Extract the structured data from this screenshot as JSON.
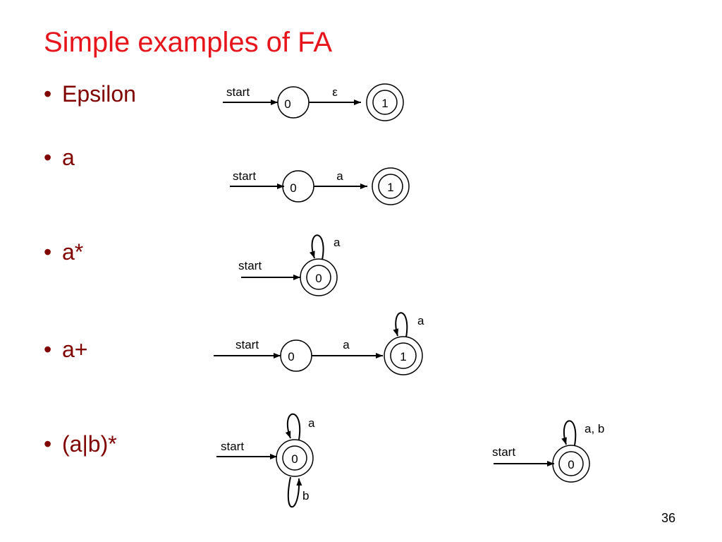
{
  "slide": {
    "title": "Simple examples of FA",
    "page_number": "36",
    "bullet_symbol": "•",
    "title_color": "#e8141b",
    "bullet_color": "#800000"
  },
  "bullets": [
    {
      "label": "Epsilon"
    },
    {
      "label": "a"
    },
    {
      "label": "a*"
    },
    {
      "label": "a+"
    },
    {
      "label": "(a|b)*"
    }
  ],
  "diagrams": {
    "epsilon": {
      "start_label": "start",
      "state_0": "0",
      "state_1": "1",
      "transition_label": "ε"
    },
    "a": {
      "start_label": "start",
      "state_0": "0",
      "state_1": "1",
      "transition_label": "a"
    },
    "a_star": {
      "start_label": "start",
      "state_0": "0",
      "loop_label": "a"
    },
    "a_plus": {
      "start_label": "start",
      "state_0": "0",
      "state_1": "1",
      "transition_label": "a",
      "loop_label": "a"
    },
    "ab_star_1": {
      "start_label": "start",
      "state_0": "0",
      "loop_top_label": "a",
      "loop_bottom_label": "b"
    },
    "ab_star_2": {
      "start_label": "start",
      "state_0": "0",
      "loop_label": "a, b"
    }
  }
}
